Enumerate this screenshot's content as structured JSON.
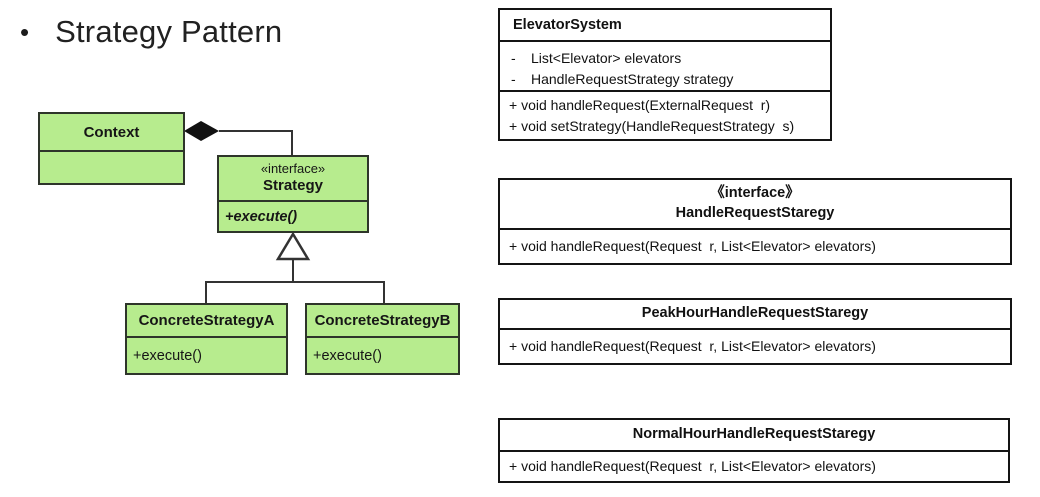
{
  "slide": {
    "bullet": "•",
    "title": "Strategy Pattern"
  },
  "uml": {
    "context": {
      "name": "Context"
    },
    "strategy": {
      "stereotype": "«interface»",
      "name": "Strategy",
      "method": "+execute()"
    },
    "concrete_a": {
      "name": "ConcreteStrategyA",
      "method": "+execute()"
    },
    "concrete_b": {
      "name": "ConcreteStrategyB",
      "method": "+execute()"
    }
  },
  "classes": [
    {
      "name": "ElevatorSystem",
      "field_bullet": "-",
      "fields": [
        "List<Elevator> elevators",
        "HandleRequestStrategy strategy"
      ],
      "methods": [
        "+ void handleRequest(ExternalRequest  r)",
        "+ void setStrategy(HandleRequestStrategy  s)"
      ]
    },
    {
      "stereotype": "《interface》",
      "name": "HandleRequestStaregy",
      "methods": [
        "+ void handleRequest(Request  r, List<Elevator> elevators)"
      ]
    },
    {
      "name": "PeakHourHandleRequestStaregy",
      "methods": [
        "+ void handleRequest(Request  r, List<Elevator> elevators)"
      ]
    },
    {
      "name": "NormalHourHandleRequestStaregy",
      "methods": [
        "+ void handleRequest(Request  r, List<Elevator> elevators)"
      ]
    }
  ],
  "colors": {
    "uml_fill": "#b7ec8e",
    "uml_border": "#2e352a",
    "class_border": "#141414",
    "connector": "#333333",
    "background": "#ffffff"
  }
}
